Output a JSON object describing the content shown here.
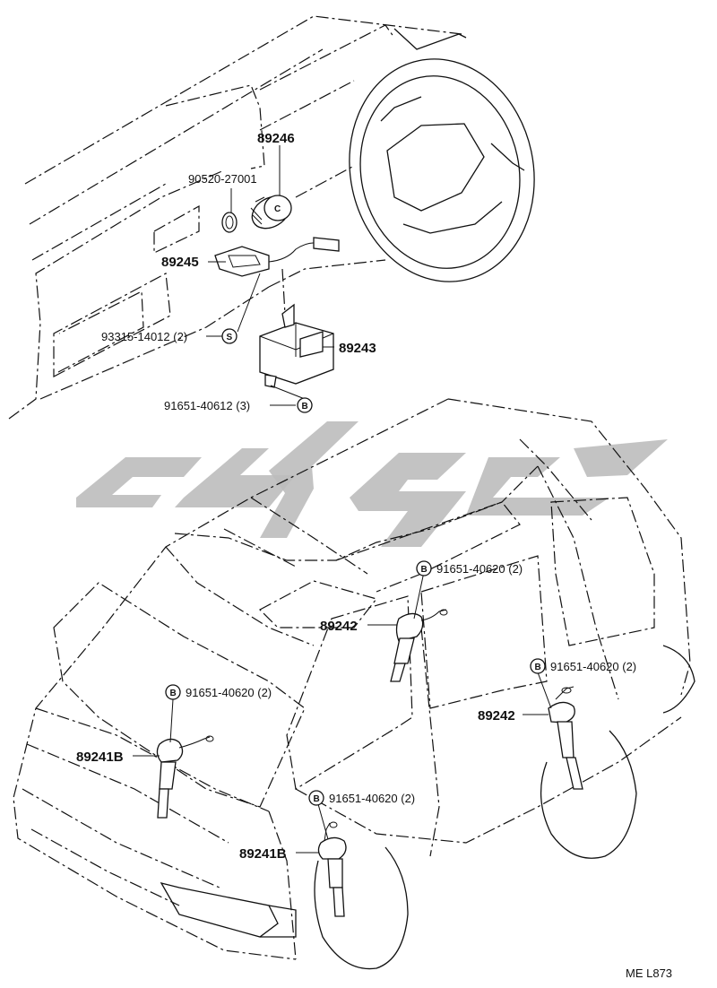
{
  "callouts": {
    "p89246": "89246",
    "p90520": "90520-27001",
    "p89245": "89245",
    "p93315": "93315-14012 (2)",
    "p89243": "89243",
    "p91651_612": "91651-40612 (3)",
    "p91651_620_a": "91651-40620 (2)",
    "p89242_a": "89242",
    "p91651_620_b": "91651-40620 (2)",
    "p89242_b": "89242",
    "p91651_620_c": "91651-40620 (2)",
    "p89241B_a": "89241B",
    "p91651_620_d": "91651-40620 (2)",
    "p89241B_b": "89241B"
  },
  "symbols": {
    "s": "S",
    "b": "B",
    "c": "C"
  },
  "footer": {
    "ref": "ME  L873"
  }
}
